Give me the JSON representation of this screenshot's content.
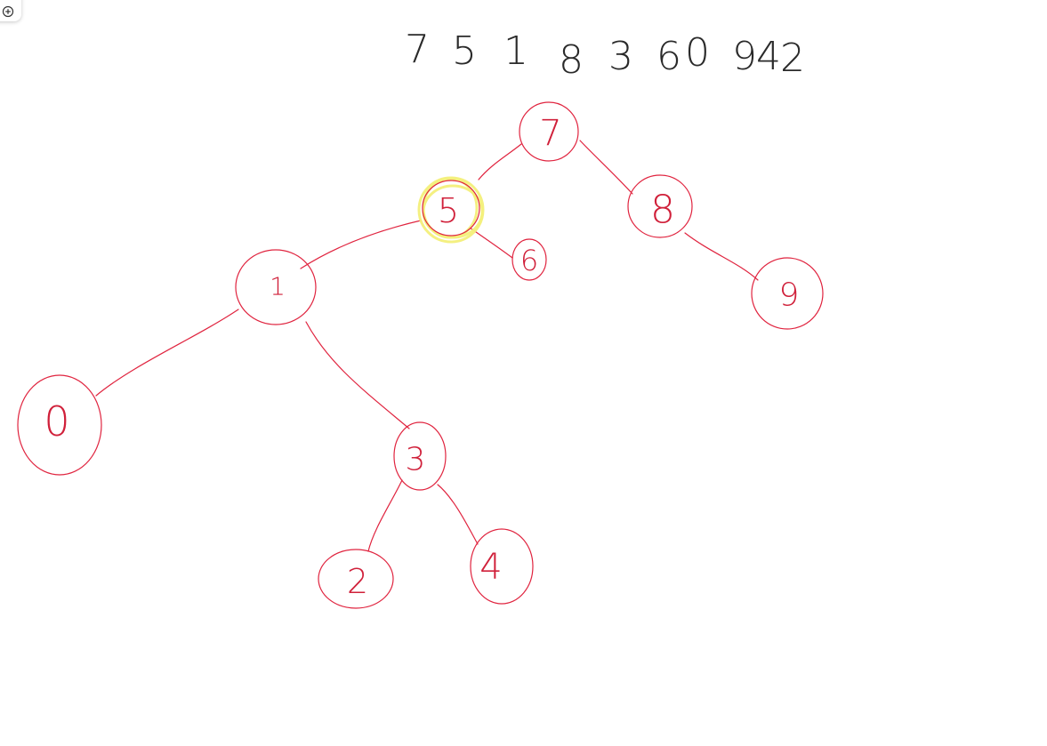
{
  "sequence": {
    "items": [
      "7",
      "5",
      "1",
      "8",
      "3",
      "6",
      "0",
      "9",
      "4",
      "2"
    ],
    "color": "#2a2a2a"
  },
  "tree": {
    "stroke_color": "#e0243f",
    "highlight_color": "#f3ef7a",
    "highlighted_node": "5",
    "nodes": [
      {
        "id": "n7",
        "label": "7"
      },
      {
        "id": "n5",
        "label": "5"
      },
      {
        "id": "n8",
        "label": "8"
      },
      {
        "id": "n1",
        "label": "1"
      },
      {
        "id": "n6",
        "label": "6"
      },
      {
        "id": "n9",
        "label": "9"
      },
      {
        "id": "n0",
        "label": "0"
      },
      {
        "id": "n3",
        "label": "3"
      },
      {
        "id": "n2",
        "label": "2"
      },
      {
        "id": "n4",
        "label": "4"
      }
    ],
    "edges": [
      {
        "from": "n7",
        "to": "n5"
      },
      {
        "from": "n7",
        "to": "n8"
      },
      {
        "from": "n5",
        "to": "n1"
      },
      {
        "from": "n5",
        "to": "n6"
      },
      {
        "from": "n8",
        "to": "n9"
      },
      {
        "from": "n1",
        "to": "n0"
      },
      {
        "from": "n1",
        "to": "n3"
      },
      {
        "from": "n3",
        "to": "n2"
      },
      {
        "from": "n3",
        "to": "n4"
      }
    ]
  },
  "toolbar": {
    "add_icon": "plus-circle-icon"
  }
}
